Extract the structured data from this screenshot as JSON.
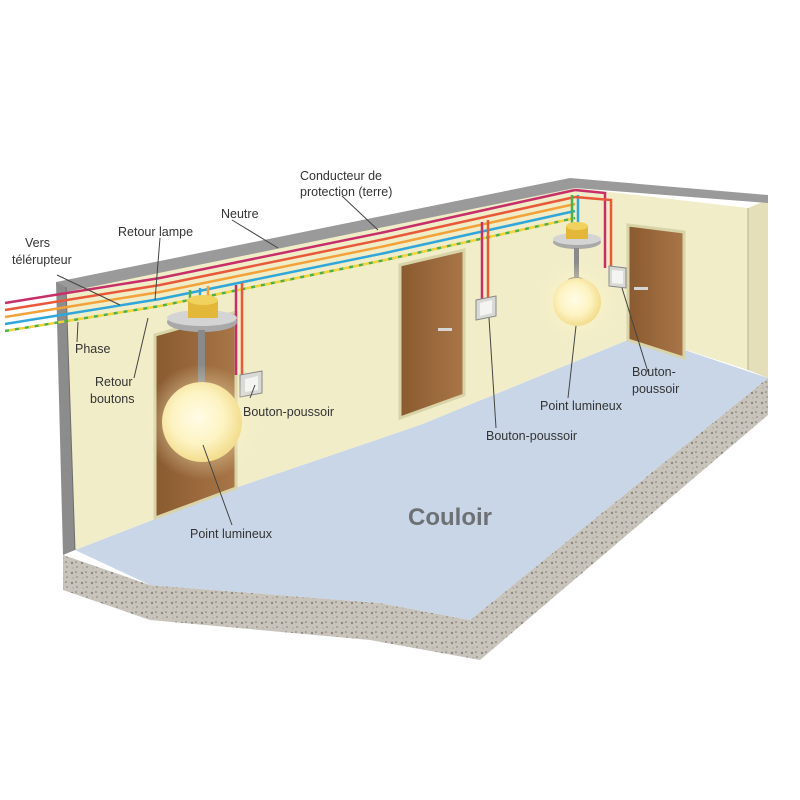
{
  "labels": {
    "vers_telerupteur": [
      "Vers",
      "télérupteur"
    ],
    "retour_lampe": "Retour lampe",
    "neutre": "Neutre",
    "conducteur_protection": [
      "Conducteur de",
      "protection (terre)"
    ],
    "phase": "Phase",
    "retour_boutons": [
      "Retour",
      "boutons"
    ],
    "bouton_poussoir_1": "Bouton-poussoir",
    "bouton_poussoir_2": "Bouton-poussoir",
    "bouton_poussoir_3": [
      "Bouton-",
      "poussoir"
    ],
    "point_lumineux_1": "Point lumineux",
    "point_lumineux_2": "Point lumineux",
    "room": "Couloir"
  },
  "colors": {
    "wall": "#f1edc8",
    "floor": "#c9d6e7",
    "wall_edge": "#8c8c8c",
    "door": "#9a6a3e",
    "phase_wire": "#c62f6a",
    "return_wire": "#e8593a",
    "lamp_return_wire": "#f2a23a",
    "neutral_wire": "#31a6d9",
    "earth_wire": "#4fb04a"
  }
}
